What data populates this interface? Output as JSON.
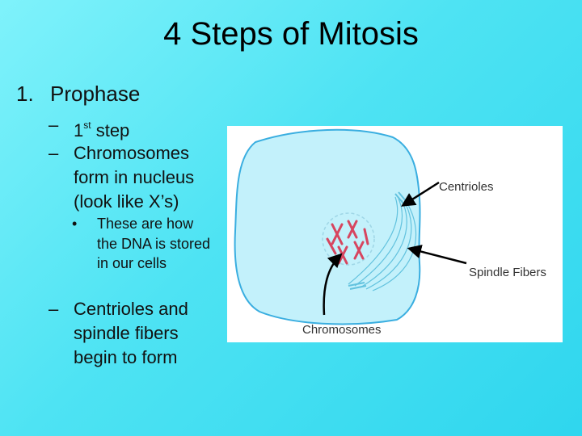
{
  "slide": {
    "title": "4 Steps of Mitosis",
    "item_number": "1.",
    "item_title": "Prophase",
    "sub_items": [
      {
        "marker": "–",
        "text_pre": "1",
        "text_sup": "st",
        "text_post": " step"
      },
      {
        "marker": "–",
        "text": "Chromosomes form in nucleus (look like X’s)"
      },
      {
        "marker": "–",
        "text": "Centrioles and spindle fibers begin to form"
      }
    ],
    "bullet": {
      "marker": "•",
      "text": "These are how the DNA is stored in our cells"
    }
  },
  "figure": {
    "labels": {
      "centrioles": "Centrioles",
      "spindle_fibers": "Spindle Fibers",
      "chromosomes": "Chromosomes"
    },
    "colors": {
      "cell_fill": "#c3f1fb",
      "cell_outline": "#3aaee0",
      "chromosome": "#d7455f",
      "arrow": "#000000"
    }
  }
}
